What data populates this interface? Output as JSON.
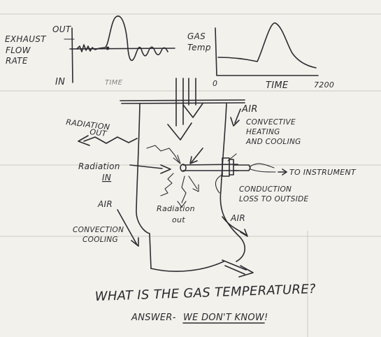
{
  "flow_chart": {
    "label_line1": "EXHAUST",
    "label_line2": "FLOW",
    "label_line3": "RATE",
    "y_top": "OUT",
    "y_bottom": "IN",
    "x_label": "TIME"
  },
  "temp_chart": {
    "label_line1": "GAS",
    "label_line2": "Temp",
    "x_start": "0",
    "x_label": "TIME",
    "x_end": "7200"
  },
  "duct": {
    "air_top": "AIR",
    "radiation_out_top_1": "RADIATION",
    "radiation_out_top_2": "OUT",
    "convective_1": "CONVECTIVE",
    "convective_2": "HEATING",
    "convective_3": "AND COOLING",
    "radiation_in_1": "Radiation",
    "radiation_in_2": "IN",
    "to_instrument": "TO INSTRUMENT",
    "conduction_1": "CONDUCTION",
    "conduction_2": "LOSS TO OUTSIDE",
    "air_left": "AIR",
    "radiation_out_mid_1": "Radiation",
    "radiation_out_mid_2": "out",
    "convection_1": "CONVECTION",
    "convection_2": "COOLING",
    "air_right": "AIR"
  },
  "question": "WHAT IS THE GAS TEMPERATURE?",
  "answer_prefix": "ANSWER-",
  "answer": "WE DON'T KNOW!",
  "colors": {
    "ink": "#2c2b30",
    "paper": "#f3f1ec"
  }
}
